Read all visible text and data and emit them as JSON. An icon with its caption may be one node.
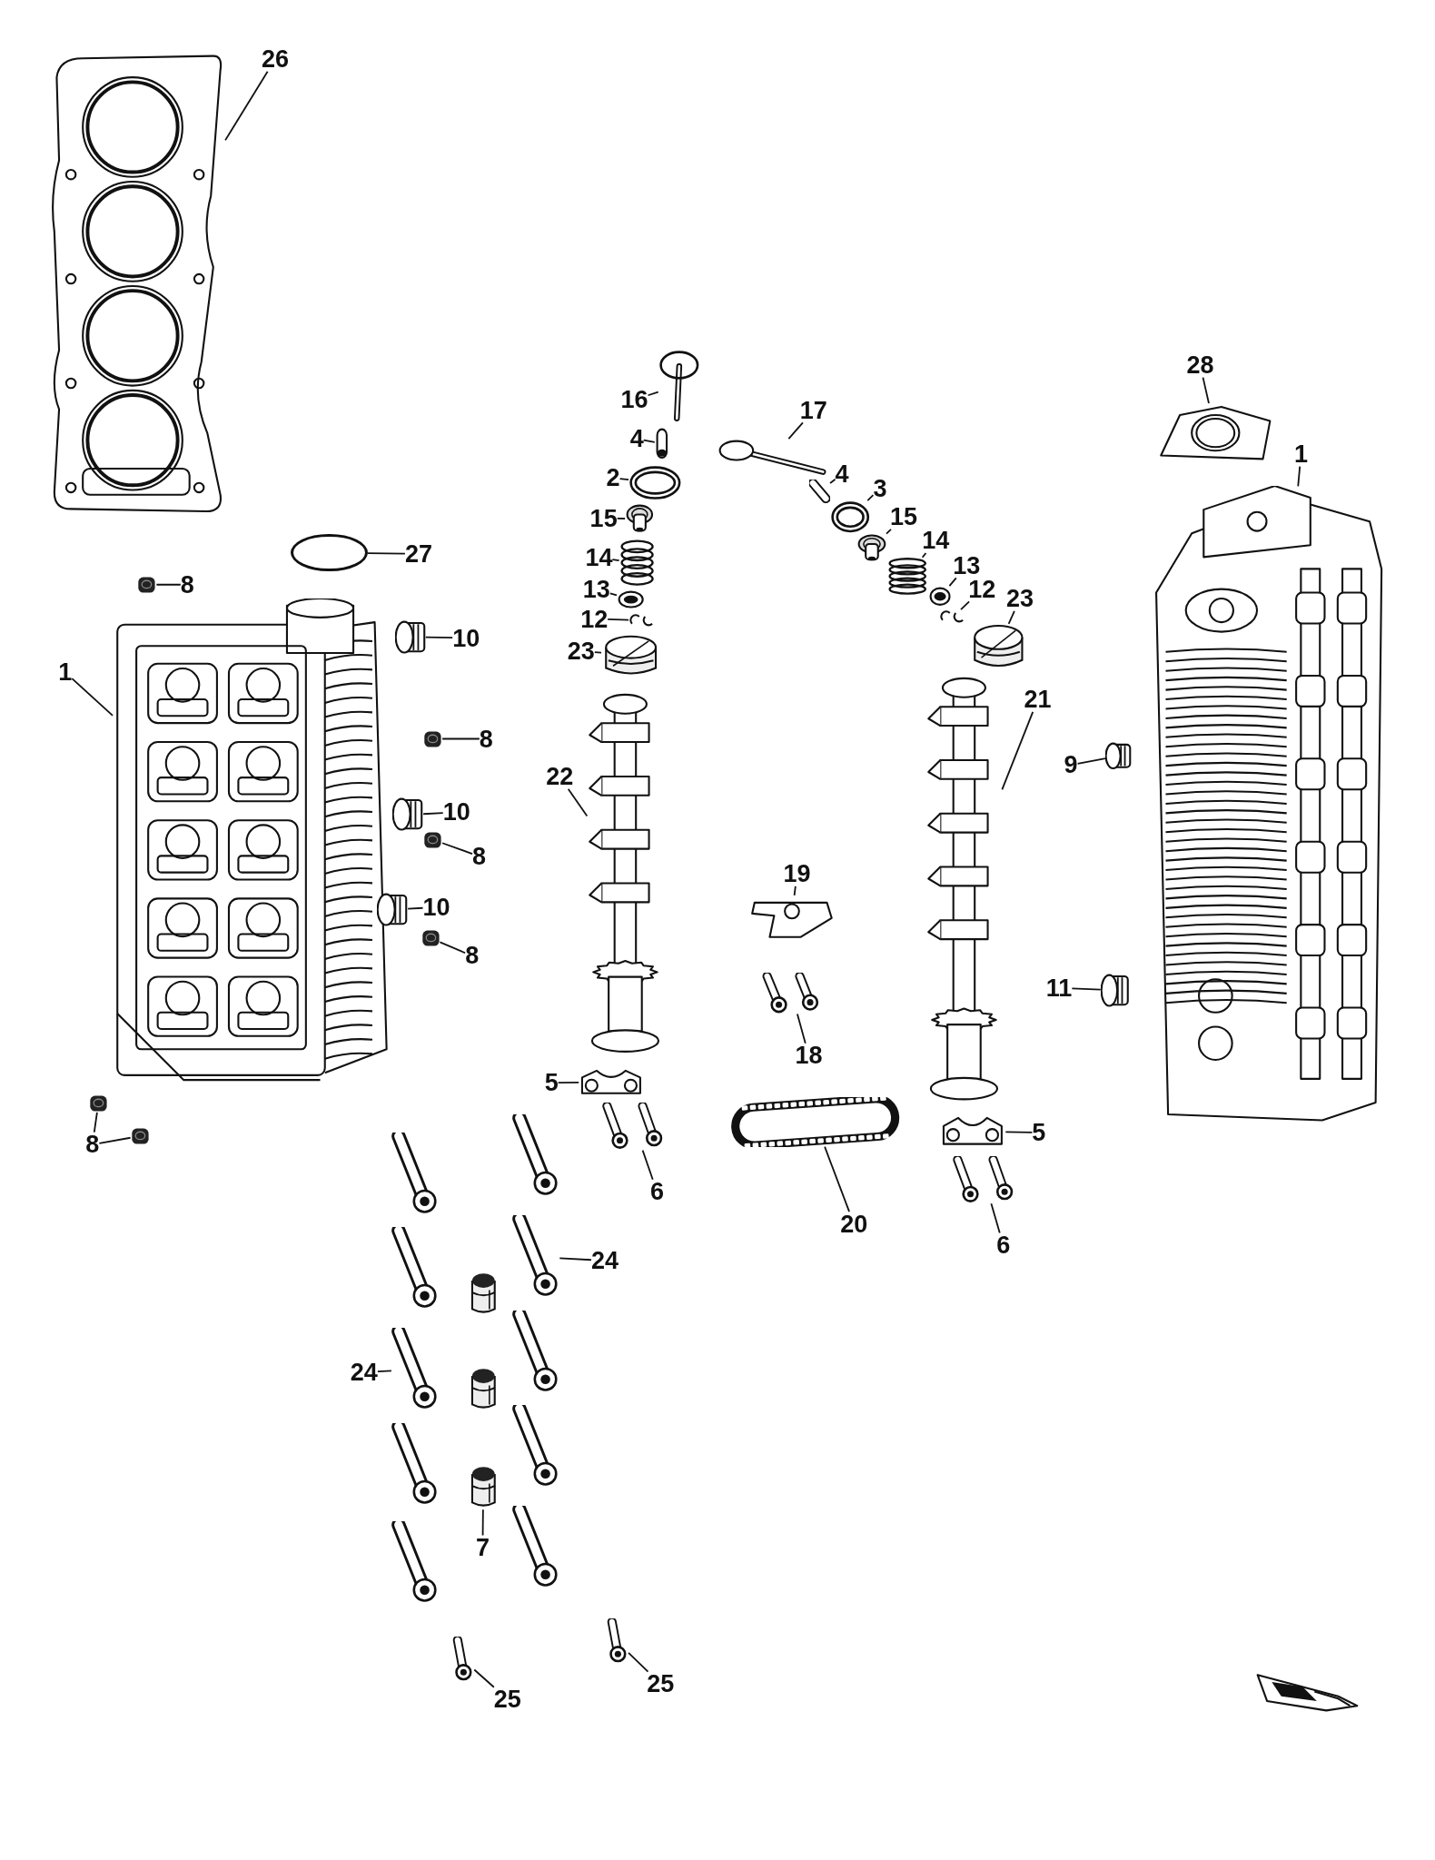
{
  "diagram": {
    "nodes": [
      {
        "text": [
          "26"
        ]
      },
      {
        "text": [],
        "shape": "picture"
      },
      {
        "text": [
          "27"
        ]
      },
      {
        "text": [],
        "shape": "circle"
      },
      {
        "text": [
          "8"
        ]
      },
      {
        "text": [],
        "shape": "picture"
      },
      {
        "text": [
          "1"
        ]
      },
      {
        "text": [],
        "shape": "picture"
      },
      {
        "text": [
          "10"
        ]
      },
      {
        "text": [],
        "shape": "picture"
      },
      {
        "text": [
          "8"
        ]
      },
      {
        "text": [],
        "shape": "picture"
      },
      {
        "text": [
          "10"
        ]
      },
      {
        "text": [],
        "shape": "picture"
      },
      {
        "text": [
          "8"
        ]
      },
      {
        "text": [],
        "shape": "picture"
      },
      {
        "text": [
          "10"
        ]
      },
      {
        "text": [],
        "shape": "picture"
      },
      {
        "text": [
          "8"
        ]
      },
      {
        "text": [],
        "shape": "picture"
      },
      {
        "text": [
          "8"
        ]
      },
      {
        "text": [],
        "shape": "picture"
      },
      {
        "text": [],
        "shape": "picture"
      },
      {
        "text": [
          "16"
        ]
      },
      {
        "text": [],
        "shape": "picture"
      },
      {
        "text": [
          "4"
        ]
      },
      {
        "text": [],
        "shape": "picture"
      },
      {
        "text": [
          "2"
        ]
      },
      {
        "text": [],
        "shape": "picture"
      },
      {
        "text": [
          "15"
        ]
      },
      {
        "text": [],
        "shape": "picture"
      },
      {
        "text": [
          "14"
        ]
      },
      {
        "text": [],
        "shape": "picture"
      },
      {
        "text": [
          "13"
        ]
      },
      {
        "text": [],
        "shape": "picture"
      },
      {
        "text": [
          "12"
        ]
      },
      {
        "text": [],
        "shape": "picture"
      },
      {
        "text": [
          "23"
        ]
      },
      {
        "text": [],
        "shape": "picture"
      },
      {
        "text": [
          "22"
        ]
      },
      {
        "text": [],
        "shape": "picture"
      },
      {
        "text": [
          "5"
        ]
      },
      {
        "text": [],
        "shape": "picture"
      },
      {
        "text": [
          "6"
        ]
      },
      {
        "text": [],
        "shape": "picture"
      },
      {
        "text": [
          "17"
        ]
      },
      {
        "text": [],
        "shape": "picture"
      },
      {
        "text": [
          "4"
        ]
      },
      {
        "text": [],
        "shape": "picture"
      },
      {
        "text": [
          "3"
        ]
      },
      {
        "text": [],
        "shape": "picture"
      },
      {
        "text": [
          "15"
        ]
      },
      {
        "text": [],
        "shape": "picture"
      },
      {
        "text": [
          "14"
        ]
      },
      {
        "text": [],
        "shape": "picture"
      },
      {
        "text": [
          "13"
        ]
      },
      {
        "text": [],
        "shape": "picture"
      },
      {
        "text": [
          "12"
        ]
      },
      {
        "text": [],
        "shape": "picture"
      },
      {
        "text": [
          "23"
        ]
      },
      {
        "text": [],
        "shape": "picture"
      },
      {
        "text": [
          "21"
        ]
      },
      {
        "text": [],
        "shape": "picture"
      },
      {
        "text": [
          "19"
        ]
      },
      {
        "text": [],
        "shape": "picture"
      },
      {
        "text": [
          "18"
        ]
      },
      {
        "text": [],
        "shape": "picture"
      },
      {
        "text": [
          "20"
        ]
      },
      {
        "text": [],
        "shape": "picture"
      },
      {
        "text": [
          "5"
        ]
      },
      {
        "text": [],
        "shape": "picture"
      },
      {
        "text": [
          "6"
        ]
      },
      {
        "text": [],
        "shape": "picture"
      },
      {
        "text": [
          "28"
        ]
      },
      {
        "text": [],
        "shape": "picture"
      },
      {
        "text": [
          "1"
        ]
      },
      {
        "text": [],
        "shape": "picture"
      },
      {
        "text": [
          "9"
        ]
      },
      {
        "text": [],
        "shape": "picture"
      },
      {
        "text": [
          "11"
        ]
      },
      {
        "text": [],
        "shape": "picture"
      },
      {
        "text": [
          "24"
        ]
      },
      {
        "text": [],
        "shape": "picture"
      },
      {
        "text": [
          "24"
        ]
      },
      {
        "text": [],
        "shape": "picture"
      },
      {
        "text": [
          "7"
        ]
      },
      {
        "text": [],
        "shape": "picture"
      },
      {
        "text": [
          "25"
        ]
      },
      {
        "text": [],
        "shape": "picture"
      },
      {
        "text": [
          "25"
        ]
      },
      {
        "text": [],
        "shape": "picture"
      }
    ],
    "edges": [
      {
        "from": 0,
        "to": 1,
        "arrow": "none"
      },
      {
        "from": 2,
        "to": 3,
        "arrow": "none"
      },
      {
        "from": 4,
        "to": 5,
        "arrow": "none"
      },
      {
        "from": 6,
        "to": 7,
        "arrow": "none"
      },
      {
        "from": 8,
        "to": 9,
        "arrow": "none"
      },
      {
        "from": 10,
        "to": 11,
        "arrow": "none"
      },
      {
        "from": 12,
        "to": 13,
        "arrow": "none"
      },
      {
        "from": 14,
        "to": 15,
        "arrow": "none"
      },
      {
        "from": 16,
        "to": 17,
        "arrow": "none"
      },
      {
        "from": 18,
        "to": 19,
        "arrow": "none"
      },
      {
        "from": 20,
        "to": 21,
        "arrow": "none"
      },
      {
        "from": 20,
        "to": 22,
        "arrow": "none"
      },
      {
        "from": 23,
        "to": 24,
        "arrow": "none"
      },
      {
        "from": 25,
        "to": 26,
        "arrow": "none"
      },
      {
        "from": 27,
        "to": 28,
        "arrow": "none"
      },
      {
        "from": 29,
        "to": 30,
        "arrow": "none"
      },
      {
        "from": 31,
        "to": 32,
        "arrow": "none"
      },
      {
        "from": 33,
        "to": 34,
        "arrow": "none"
      },
      {
        "from": 35,
        "to": 36,
        "arrow": "none"
      },
      {
        "from": 37,
        "to": 38,
        "arrow": "none"
      },
      {
        "from": 39,
        "to": 40,
        "arrow": "none"
      },
      {
        "from": 41,
        "to": 42,
        "arrow": "none"
      },
      {
        "from": 43,
        "to": 44,
        "arrow": "none"
      },
      {
        "from": 45,
        "to": 46,
        "arrow": "none"
      },
      {
        "from": 47,
        "to": 48,
        "arrow": "none"
      },
      {
        "from": 49,
        "to": 50,
        "arrow": "none"
      },
      {
        "from": 51,
        "to": 52,
        "arrow": "none"
      },
      {
        "from": 53,
        "to": 54,
        "arrow": "none"
      },
      {
        "from": 55,
        "to": 56,
        "arrow": "none"
      },
      {
        "from": 57,
        "to": 58,
        "arrow": "none"
      },
      {
        "from": 59,
        "to": 60,
        "arrow": "none"
      },
      {
        "from": 61,
        "to": 62,
        "arrow": "none"
      },
      {
        "from": 63,
        "to": 64,
        "arrow": "none"
      },
      {
        "from": 65,
        "to": 66,
        "arrow": "none"
      },
      {
        "from": 67,
        "to": 68,
        "arrow": "none"
      },
      {
        "from": 69,
        "to": 70,
        "arrow": "none"
      },
      {
        "from": 71,
        "to": 72,
        "arrow": "none"
      },
      {
        "from": 73,
        "to": 74,
        "arrow": "none"
      },
      {
        "from": 75,
        "to": 76,
        "arrow": "none"
      },
      {
        "from": 77,
        "to": 78,
        "arrow": "none"
      },
      {
        "from": 79,
        "to": 80,
        "arrow": "none"
      },
      {
        "from": 81,
        "to": 82,
        "arrow": "none"
      },
      {
        "from": 83,
        "to": 84,
        "arrow": "none"
      },
      {
        "from": 85,
        "to": 86,
        "arrow": "none"
      },
      {
        "from": 87,
        "to": 88,
        "arrow": "none"
      },
      {
        "from": 89,
        "to": 90,
        "arrow": "none"
      }
    ]
  }
}
